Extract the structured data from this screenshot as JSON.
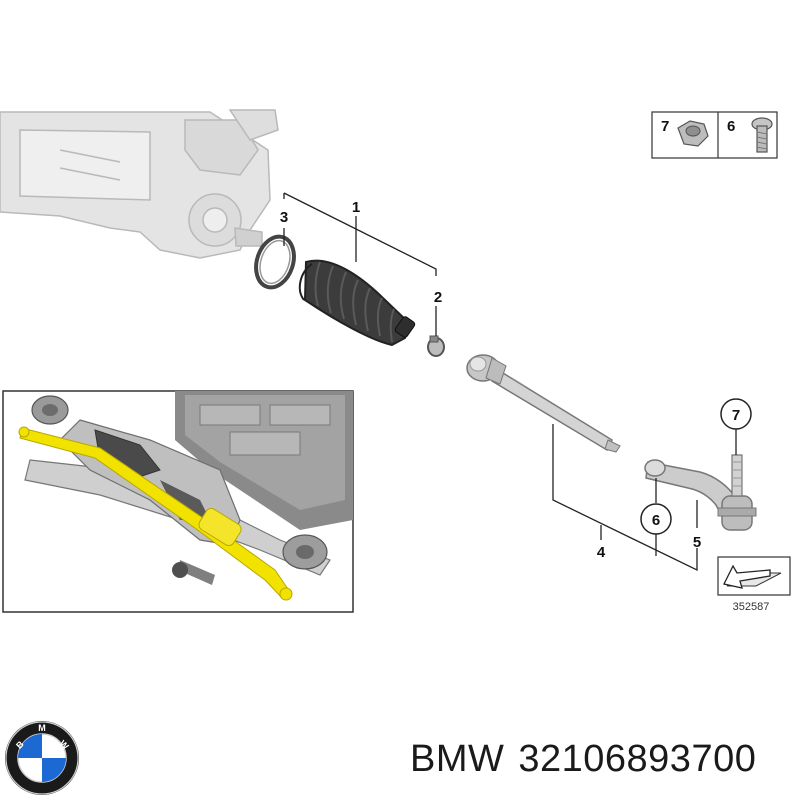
{
  "diagram": {
    "callouts": {
      "boot": "1",
      "clamp_small": "2",
      "clip_ring": "3",
      "tie_rod_assembly": "4",
      "tie_rod_end": "5",
      "bolt": "6",
      "nut": "7"
    },
    "legend": {
      "nut_label": "7",
      "bolt_label": "6"
    },
    "tie_rod_end_labels": {
      "bolt_label": "6",
      "nut_label": "7"
    },
    "reference_number": "352587"
  },
  "caption": {
    "brand": "BMW",
    "part_number": "32106893700"
  },
  "colors": {
    "line": "#1a1a1a",
    "part_dark": "#3a3a3a",
    "part_light": "#cfcfcf",
    "highlight": "#f2e200",
    "logo_blue": "#1c69d4"
  }
}
